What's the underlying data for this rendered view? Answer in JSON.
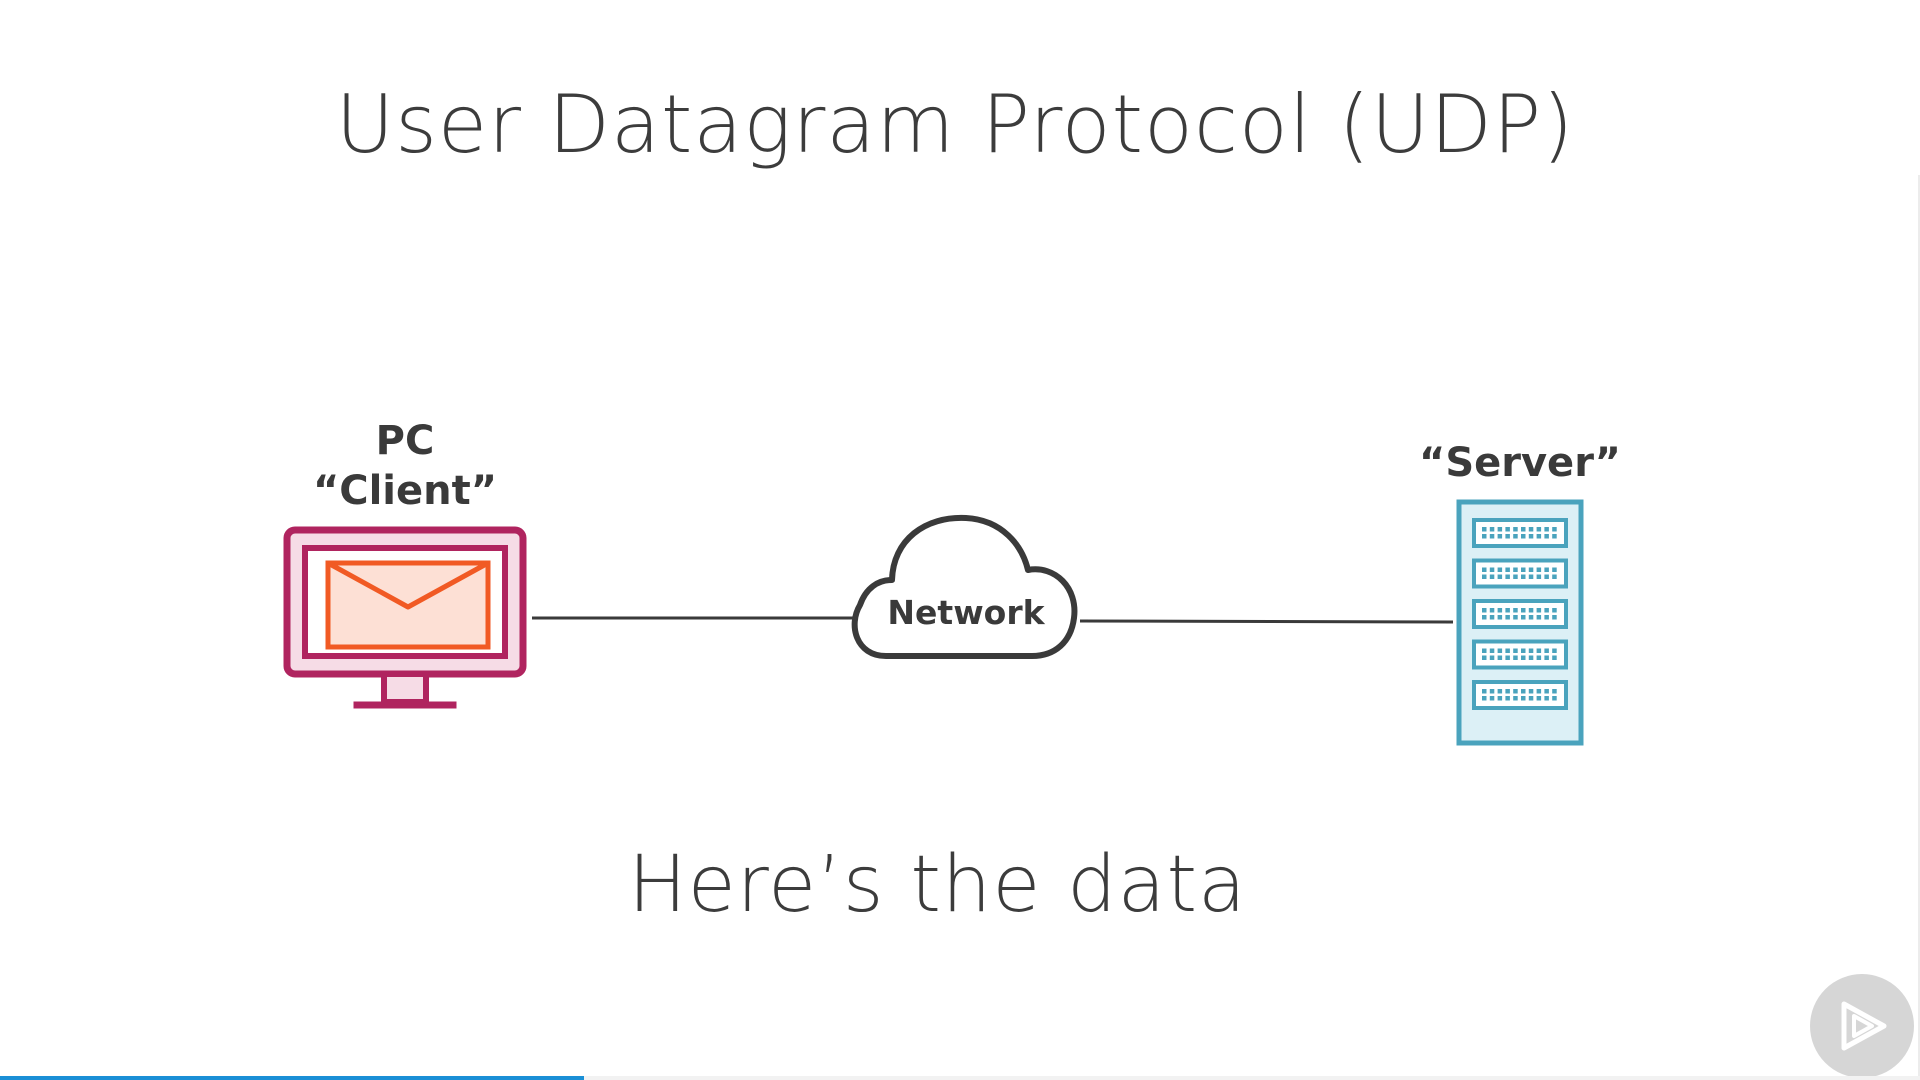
{
  "slide": {
    "title": "User Datagram Protocol (UDP)",
    "caption": "Here’s the data"
  },
  "nodes": {
    "client": {
      "line1": "PC",
      "line2": "“Client”",
      "icon": "monitor-with-envelope-icon"
    },
    "network": {
      "label": "Network",
      "icon": "cloud-icon"
    },
    "server": {
      "label": "“Server”",
      "icon": "server-rack-icon"
    }
  },
  "colors": {
    "client_frame": "#b0245f",
    "client_fill": "#f6dce6",
    "envelope_stroke": "#f15a24",
    "envelope_fill": "#fde0d5",
    "server_stroke": "#4aa3bd",
    "server_fill": "#dcf0f6",
    "connector": "#3a3a3a",
    "progress": "#1a8fd6"
  },
  "player": {
    "progress": 0.304,
    "play_icon": "play-logo-icon"
  }
}
